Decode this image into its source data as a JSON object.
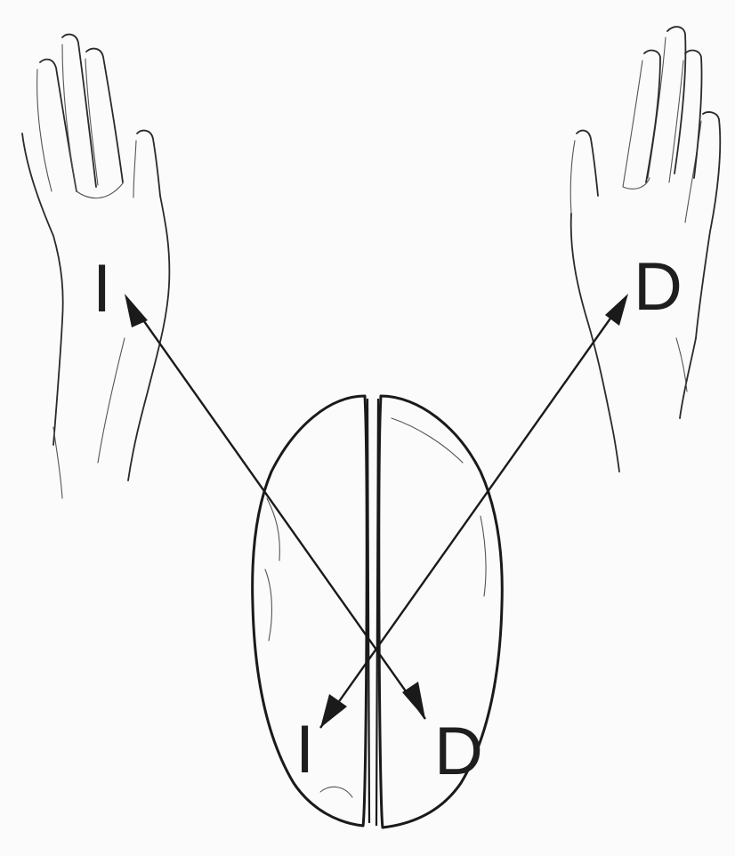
{
  "diagram": {
    "labels": {
      "left_hand": "I",
      "right_hand": "D",
      "left_hemisphere": "I",
      "right_hemisphere": "D"
    }
  }
}
